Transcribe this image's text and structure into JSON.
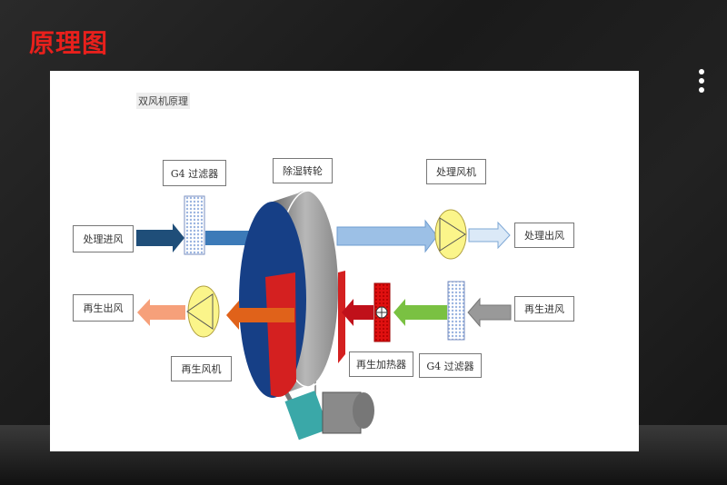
{
  "page_title": "原理图",
  "diagram": {
    "subtitle": "双风机原理",
    "labels": {
      "process_inlet": "处理进风",
      "filter_top": "G4 过滤器",
      "rotor": "除湿转轮",
      "process_fan": "处理风机",
      "process_outlet": "处理出风",
      "regen_outlet": "再生出风",
      "regen_fan": "再生风机",
      "regen_heater": "再生加热器",
      "filter_bottom": "G4 过滤器",
      "regen_inlet": "再生进风"
    }
  },
  "menu_icon": "more-vertical-icon"
}
